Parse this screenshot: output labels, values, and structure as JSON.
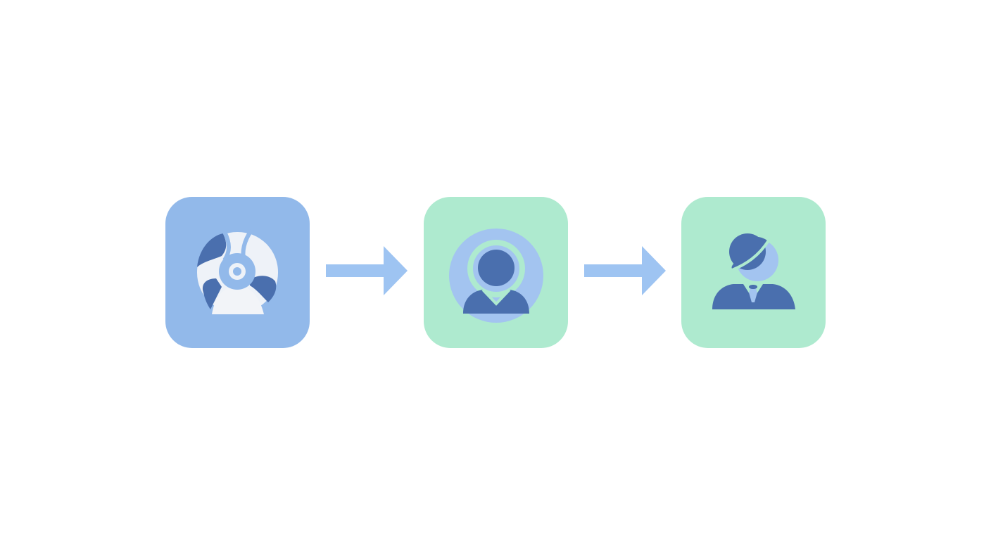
{
  "diagram": {
    "type": "process-flow",
    "steps": [
      {
        "icon": "network-people-icon",
        "fill": "#92b9ea"
      },
      {
        "icon": "user-avatar-icon",
        "fill": "#aeeacf"
      },
      {
        "icon": "business-person-icon",
        "fill": "#aeeacf"
      }
    ],
    "connectors": [
      {
        "from": 0,
        "to": 1,
        "icon": "arrow-right-icon"
      },
      {
        "from": 1,
        "to": 2,
        "icon": "arrow-right-icon"
      }
    ],
    "colors": {
      "blue_tile": "#92b9ea",
      "green_tile": "#aeeacf",
      "dark_blue": "#4a6fae",
      "light_blue": "#a3c4f0",
      "arrow": "#9ec4f2",
      "white": "#f2f4f8"
    }
  }
}
